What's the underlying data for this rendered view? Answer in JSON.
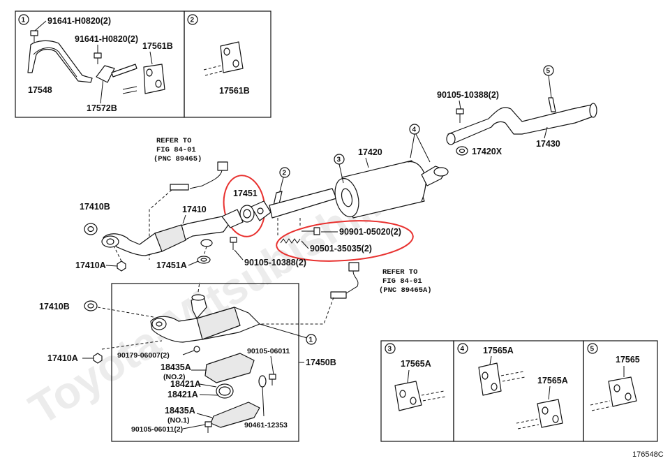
{
  "figure_id": "176548C",
  "watermark": "Toyota-Mitsubishi.ru",
  "callout_numbers": [
    "1",
    "2",
    "3",
    "4",
    "5"
  ],
  "references": {
    "upper": {
      "line1": "REFER TO",
      "line2": "FIG 84-01",
      "line3": "(PNC 89465)"
    },
    "lower": {
      "line1": "REFER TO",
      "line2": "FIG 84-01",
      "line3": "(PNC 89465A)"
    }
  },
  "box1_labels": {
    "bolt_a": "91641-H0820(2)",
    "bolt_b": "91641-H0820(2)",
    "hanger": "17561B",
    "bracket": "17548",
    "support": "17572B"
  },
  "box2_labels": {
    "hanger": "17561B"
  },
  "main_labels": {
    "front_pipe": "17410",
    "gasket_b": "17410B",
    "nut_a": "17410A",
    "gasket_51": "17451",
    "gasket_51a": "17451A",
    "center_pipe": "17420",
    "gasket_x": "17420X",
    "tail_pipe": "17430",
    "bolt_upper": "90105-10388(2)",
    "bolt_lower": "90105-10388(2)",
    "bolt_spring": "90901-05020(2)",
    "spring": "90501-35035(2)"
  },
  "sub_labels": {
    "gasket_b": "17410B",
    "nut_a": "17410A",
    "assembly": "17450B",
    "nut_07": "90179-06007(2)",
    "bolt_11": "90105-06011",
    "insulator_2": "18435A",
    "insulator_2_note": "(NO.2)",
    "clamp_a": "18421A",
    "clamp_b": "18421A",
    "insulator_1": "18435A",
    "insulator_1_note": "(NO.1)",
    "bolt_11b": "90105-06011(2)",
    "clamp_53": "90461-12353"
  },
  "box3_labels": {
    "hanger": "17565A"
  },
  "box4_labels": {
    "hanger_top": "17565A",
    "hanger_bottom": "17565A"
  },
  "box5_labels": {
    "hanger": "17565"
  },
  "highlight_color": "#e8312f"
}
